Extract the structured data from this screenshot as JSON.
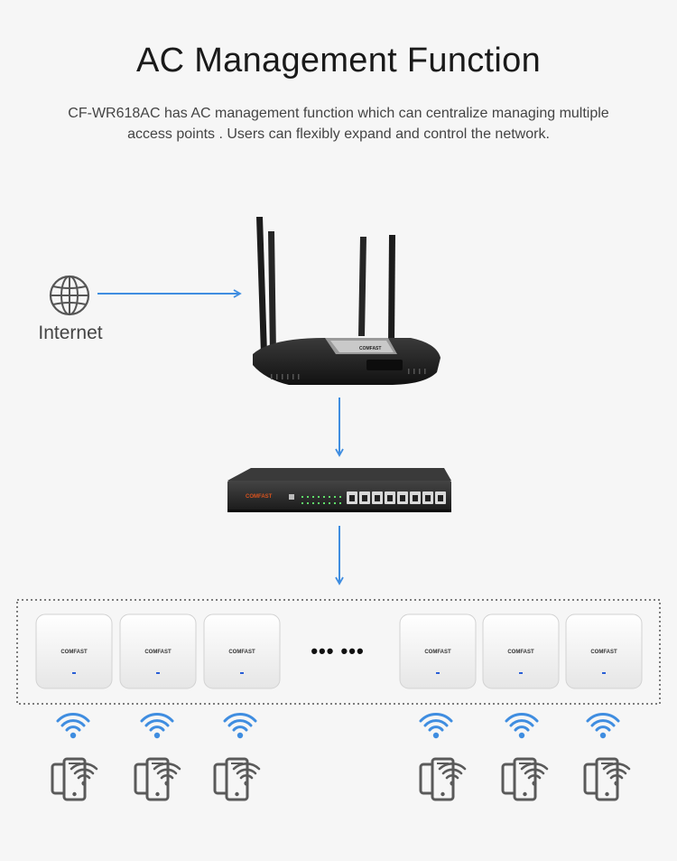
{
  "header": {
    "title": "AC Management Function",
    "description": "CF-WR618AC has AC management function which can centralize managing multiple access points . Users can flexibly expand and control the network."
  },
  "internet": {
    "label": "Internet",
    "icon": "globe-icon"
  },
  "router": {
    "brand": "COMFAST",
    "icon": "router-icon"
  },
  "switch": {
    "brand": "COMFAST",
    "icon": "switch-icon"
  },
  "access_points": {
    "brand": "COMFAST",
    "ellipsis": "••• •••",
    "items": [
      {
        "brand": "COMFAST"
      },
      {
        "brand": "COMFAST"
      },
      {
        "brand": "COMFAST"
      },
      {
        "brand": "COMFAST"
      },
      {
        "brand": "COMFAST"
      },
      {
        "brand": "COMFAST"
      }
    ]
  },
  "colors": {
    "arrow": "#3f8de0",
    "wifi": "#3f8de0",
    "device": "#5a5a5a",
    "background": "#f6f6f6"
  }
}
